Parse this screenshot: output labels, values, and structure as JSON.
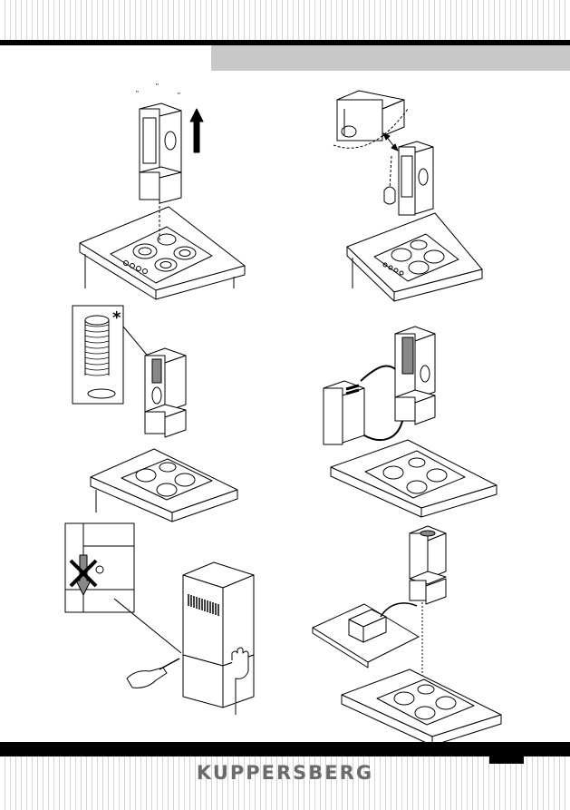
{
  "footer": {
    "brand": "KUPPERSBERG"
  },
  "panels": [
    {
      "id": "step-1",
      "icon": "hood-lift-up-icon"
    },
    {
      "id": "step-2",
      "icon": "hood-hook-attach-icon"
    },
    {
      "id": "step-3",
      "icon": "flexible-duct-icon",
      "note": "*"
    },
    {
      "id": "step-4",
      "icon": "duct-to-wall-icon"
    },
    {
      "id": "step-5",
      "icon": "screw-fix-icon"
    },
    {
      "id": "step-6",
      "icon": "cover-install-icon"
    }
  ],
  "colors": {
    "header_bar": "#c8c8c8",
    "rule": "#000000",
    "brand": "#6b6b6b"
  }
}
